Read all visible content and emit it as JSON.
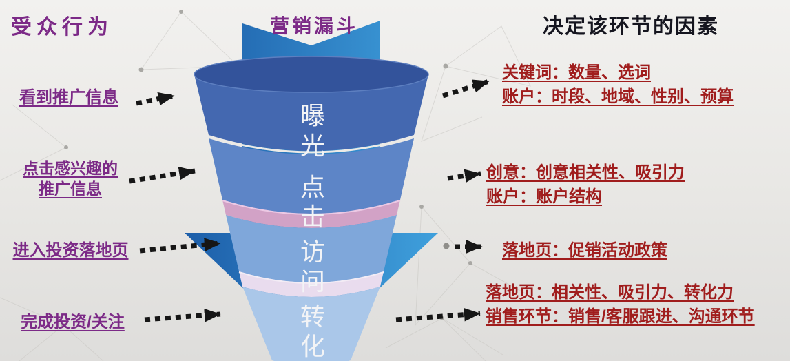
{
  "headers": {
    "audience": "受众行为",
    "funnel": "营销漏斗",
    "factors": "决定该环节的因素"
  },
  "audience_steps": [
    {
      "lines": [
        "看到推广信息"
      ]
    },
    {
      "lines": [
        "点击感兴趣的",
        "推广信息"
      ]
    },
    {
      "lines": [
        "进入投资落地页"
      ]
    },
    {
      "lines": [
        "完成投资/关注"
      ]
    }
  ],
  "funnel": {
    "top_color": "#33539b",
    "stages": [
      {
        "label": "曝光",
        "color": "#4468b0"
      },
      {
        "label": "点击",
        "color": "#5d85c7"
      },
      {
        "label": "访问",
        "color": "#7fa7da"
      },
      {
        "label": "转化",
        "color": "#aac7e9"
      }
    ],
    "bands": [
      {
        "color": "#d2a2c6"
      },
      {
        "color": "#e9dcee"
      }
    ],
    "chars": [
      "曝",
      "光",
      "点",
      "击",
      "访",
      "问",
      "转",
      "化"
    ],
    "decoration": {
      "from": "#1d5ea9",
      "to": "#3fa0dc"
    }
  },
  "factors": [
    {
      "lines": [
        "关键词：数量、选词",
        "账户：时段、地域、性别、预算"
      ]
    },
    {
      "lines": [
        "创意：创意相关性、吸引力",
        "账户：账户结构"
      ]
    },
    {
      "lines": [
        "落地页：促销活动政策"
      ]
    },
    {
      "lines": [
        "落地页：相关性、吸引力、转化力",
        "销售环节：销售/客服跟进、沟通环节"
      ]
    }
  ],
  "colors": {
    "audience_text": "#7c2a87",
    "factor_text": "#a01d1d",
    "header_center": "#7c2a87",
    "header_factors": "#15151f",
    "arrow": "#161616",
    "background_top": "#f2f1ef",
    "background_bottom": "#dedddb"
  }
}
